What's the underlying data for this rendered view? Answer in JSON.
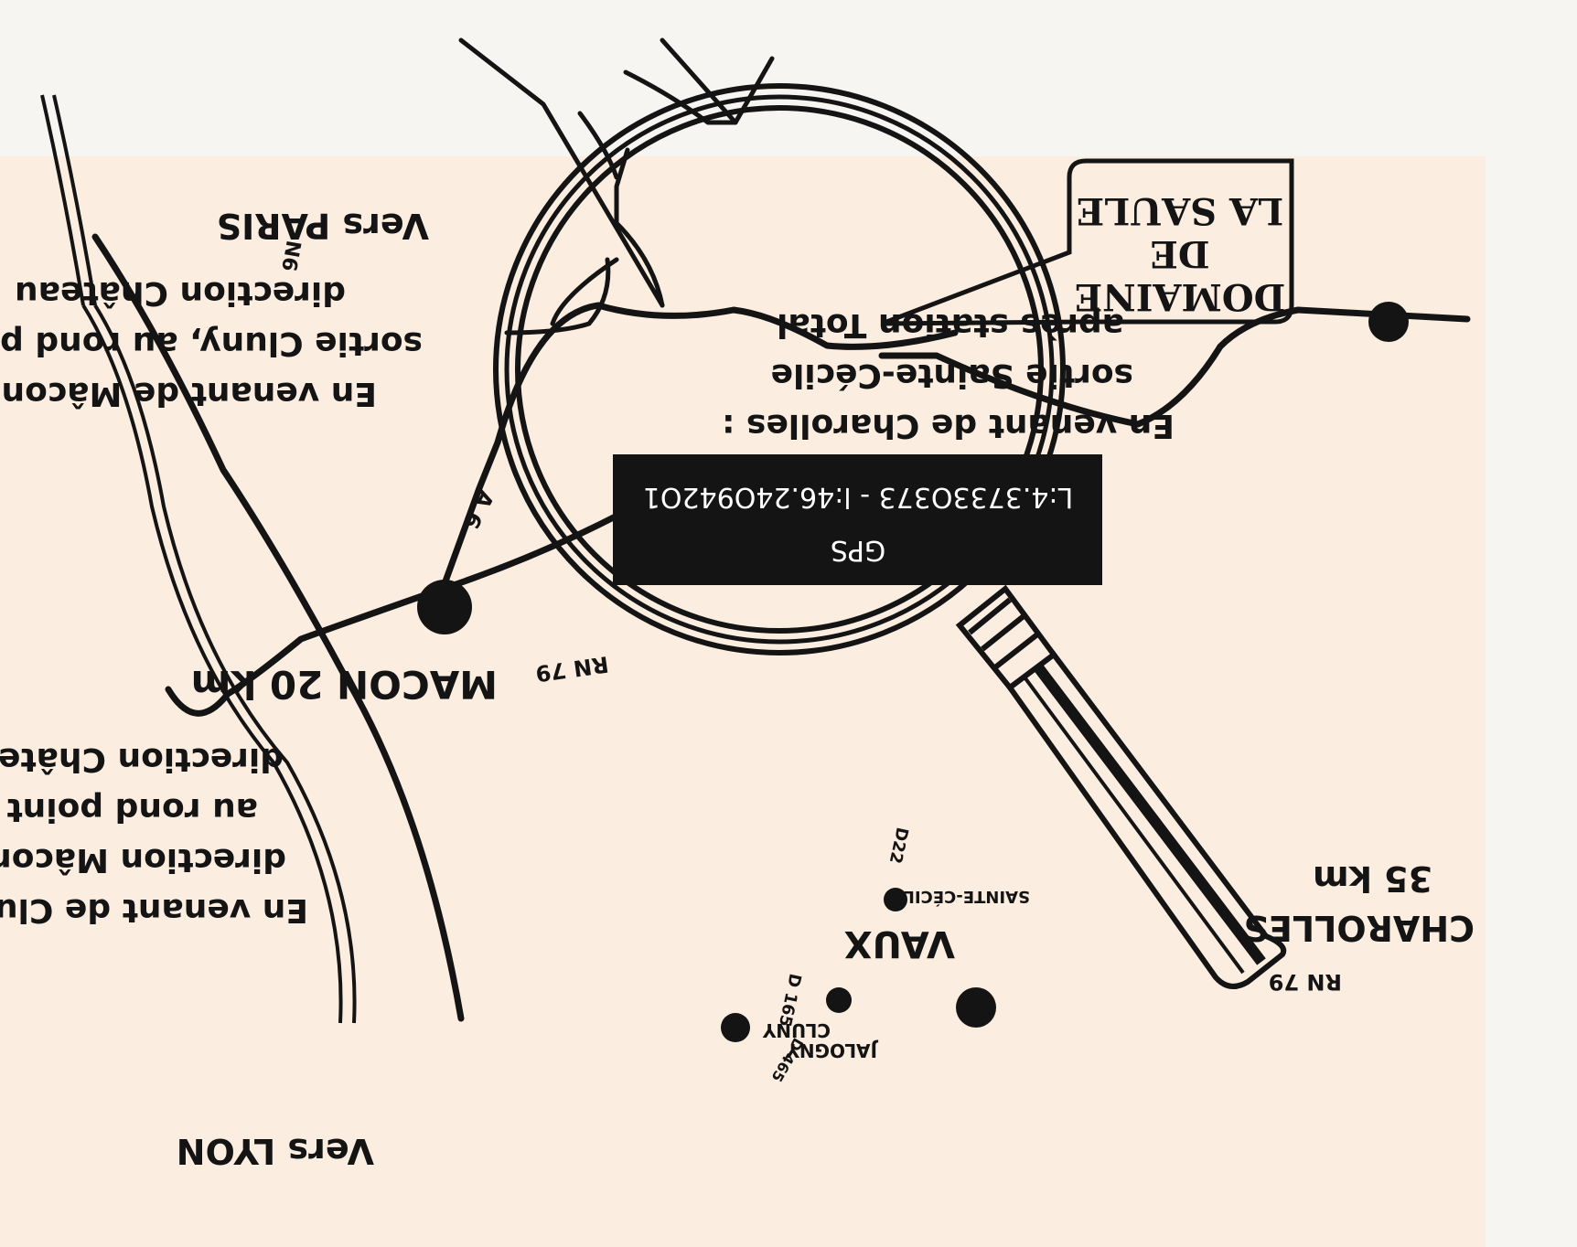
{
  "map": {
    "domaine": {
      "line1": "DOMAINE",
      "line2": "DE",
      "line3": "LA SAULE"
    },
    "gps": {
      "title": "GPS",
      "coords": "L:4.3733O373 - l:46.24O942O1"
    },
    "places": {
      "vaux": "VAUX",
      "cluny": "CLUNY",
      "jalogny": "JALOGNY",
      "sainte_cecile": "SAINTE-CÉCILE",
      "charolles": "CHAROLLES",
      "charolles_km": "35 km",
      "macon": "MACON 20 km",
      "vers_paris": "Vers PARIS",
      "vers_lyon": "Vers LYON"
    },
    "roads": {
      "rn79_east": "RN 79",
      "rn79_west": "RN 79",
      "d22": "D22",
      "d165": "D 165",
      "d465": "D 465",
      "a6": "A 6",
      "n6": "N6"
    },
    "directions": {
      "charolles": [
        "En venant de Charolles :",
        "sortie Sainte-Cécile",
        "après station Total"
      ],
      "cluny": [
        "En venant de Cluny",
        "direction Mâcon",
        "au rond point",
        "direction Château"
      ],
      "macon": [
        "En venant de Mâcon :",
        "sortie Cluny, au rond point",
        "direction Château"
      ]
    }
  },
  "colors": {
    "card": "#fbede0",
    "ink": "#141414",
    "gps_box": "#141414",
    "background": "#f6f5f2"
  }
}
